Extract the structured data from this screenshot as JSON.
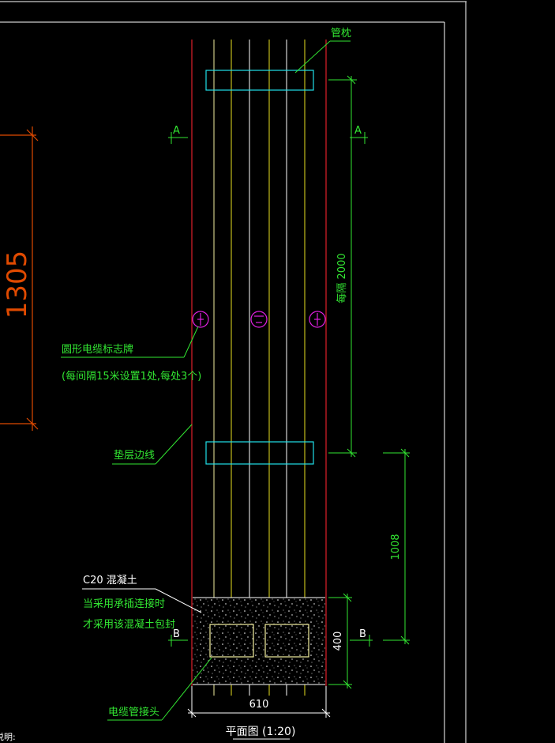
{
  "labels": {
    "pipe_pillow": "管枕",
    "section_a_left": "A",
    "section_a_right": "A",
    "spacing_value": "每隔 2000",
    "marker_title": "圆形电缆标志牌",
    "marker_note": "(每间隔15米设置1处,每处3个)",
    "cushion_edge": "垫层边线",
    "concrete_title": "C20 混凝土",
    "concrete_note_1": "当采用承插连接时",
    "concrete_note_2": "才采用该混凝土包封",
    "section_b_left": "B",
    "section_b_right": "B",
    "cable_joint": "电缆管接头",
    "plan_title": "平面图 (1:20)",
    "note_prefix": "说明:"
  },
  "dimensions": {
    "left_large": "1305",
    "right_gap": "1008",
    "concrete_height": "400",
    "width_bottom": "610"
  },
  "colors": {
    "background": "#000000",
    "cushion_line": "#e0202a",
    "cable_white": "#ffffff",
    "cable_yellow": "#e8e020",
    "pipe_pillow_cyan": "#20e0e8",
    "dimension_green": "#32e632",
    "marker_magenta": "#e020e0",
    "big_dim_orange": "#e04a00"
  }
}
